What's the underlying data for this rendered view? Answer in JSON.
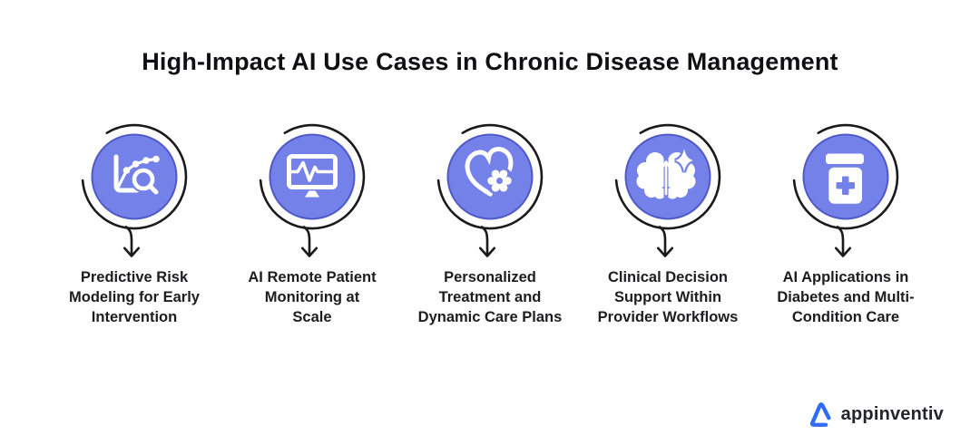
{
  "title": "High-Impact AI Use Cases in Chronic Disease Management",
  "items": [
    {
      "icon": "trend-chart-magnifier-icon",
      "label": "Predictive Risk\nModeling for Early\nIntervention"
    },
    {
      "icon": "monitor-ecg-icon",
      "label": "AI Remote Patient\nMonitoring at\nScale"
    },
    {
      "icon": "heart-gear-icon",
      "label": "Personalized\nTreatment and\nDynamic Care Plans"
    },
    {
      "icon": "brain-sparkle-icon",
      "label": "Clinical Decision\nSupport Within\nProvider Workflows"
    },
    {
      "icon": "medicine-jar-icon",
      "label": "AI Applications in\nDiabetes and Multi-\nCondition Care"
    }
  ],
  "logo": {
    "text": "appinventiv"
  },
  "colors": {
    "background": "#ffffff",
    "circle_fill": "#7481E8",
    "circle_border": "#4f5ac8",
    "outline_black": "#1a1a1a",
    "glyph_white": "#ffffff",
    "logo_blue": "#2f6cf3",
    "text_dark": "#1d1d1f"
  }
}
